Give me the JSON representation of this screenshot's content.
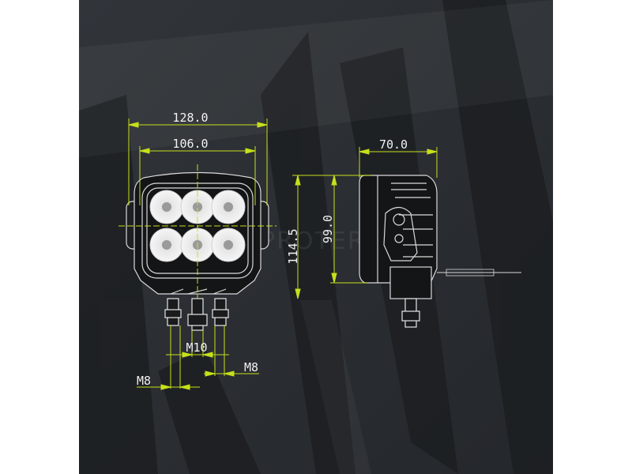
{
  "colors": {
    "background": "#2b2f34",
    "background_dark": "#1b1d20",
    "dimension_line": "#c6e01a",
    "outline": "#d9d9d9"
  },
  "watermark": "PROTERO",
  "dimensions": {
    "overall_width": "128.0",
    "lens_width": "106.0",
    "depth": "70.0",
    "overall_height": "114.5",
    "body_height": "99.0",
    "center_stud": "M10",
    "left_stud": "M8",
    "right_stud": "M8"
  },
  "lamp": {
    "led_count": 6
  }
}
